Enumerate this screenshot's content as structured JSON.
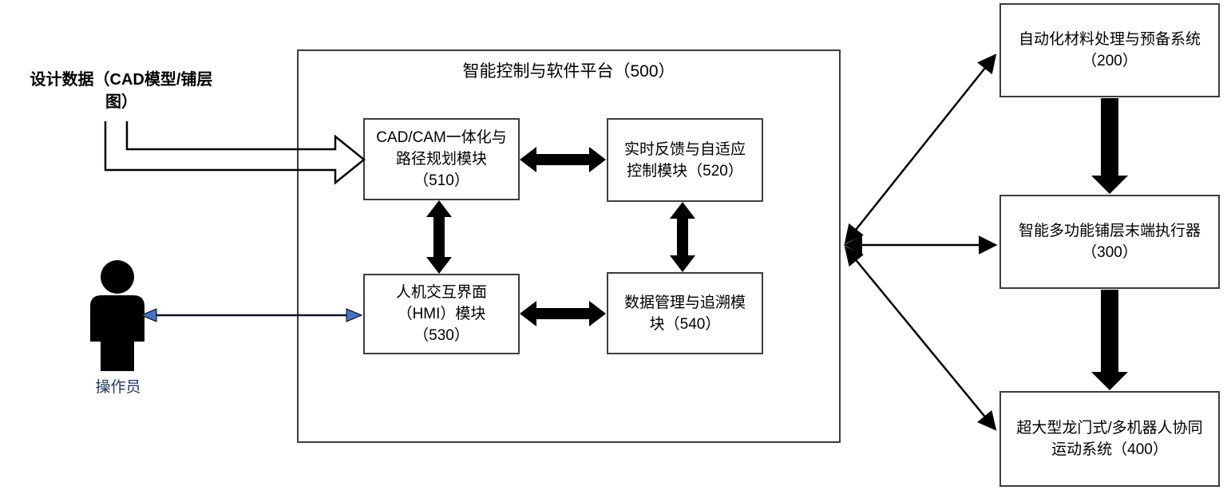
{
  "figure": {
    "type": "block-diagram",
    "description_lines_present": true
  },
  "design_data": {
    "lines": [
      "设计数据（CAD模型/铺层",
      "图）"
    ]
  },
  "platform": {
    "title": "智能控制与软件平台（500）",
    "modules": [
      {
        "id": "510",
        "lines": [
          "CAD/CAM一体化与",
          "路径规划模块",
          "（510）"
        ]
      },
      {
        "id": "520",
        "lines": [
          "实时反馈与自适应",
          "控制模块（520）"
        ]
      },
      {
        "id": "530",
        "lines": [
          "人机交互界面",
          "（HMI）模块",
          "（530）"
        ]
      },
      {
        "id": "540",
        "lines": [
          "数据管理与追溯模",
          "块（540）"
        ]
      }
    ]
  },
  "operator": {
    "label": "操作员"
  },
  "external_systems": [
    {
      "id": "200",
      "lines": [
        "自动化材料处理与预备系统",
        "（200）"
      ]
    },
    {
      "id": "300",
      "lines": [
        "智能多功能铺层末端执行器",
        "（300）"
      ]
    },
    {
      "id": "400",
      "lines": [
        "超大型龙门式/多机器人协同",
        "运动系统（400）"
      ]
    }
  ],
  "connections": [
    "design-data -> module-510 (hollow arrow)",
    "module-510 <-> module-520 (thick double arrow)",
    "module-530 <-> module-540 (thick double arrow)",
    "module-510 <-> module-530 (thick double arrow)",
    "module-520 <-> module-540 (thick double arrow)",
    "operator <-> module-530 (blue-headed double arrow)",
    "platform <-> system-200 (double arrow)",
    "platform <-> system-300 (double arrow)",
    "platform <-> system-400 (double arrow)",
    "system-200 -> system-300 (thick block arrow)",
    "system-300 -> system-400 (thick block arrow)"
  ],
  "colors": {
    "line": "#000000",
    "box_border": "#3d3d3d",
    "blue_arrowhead": "#4472c4",
    "operator_label": "#1f3864",
    "background": "#ffffff"
  }
}
